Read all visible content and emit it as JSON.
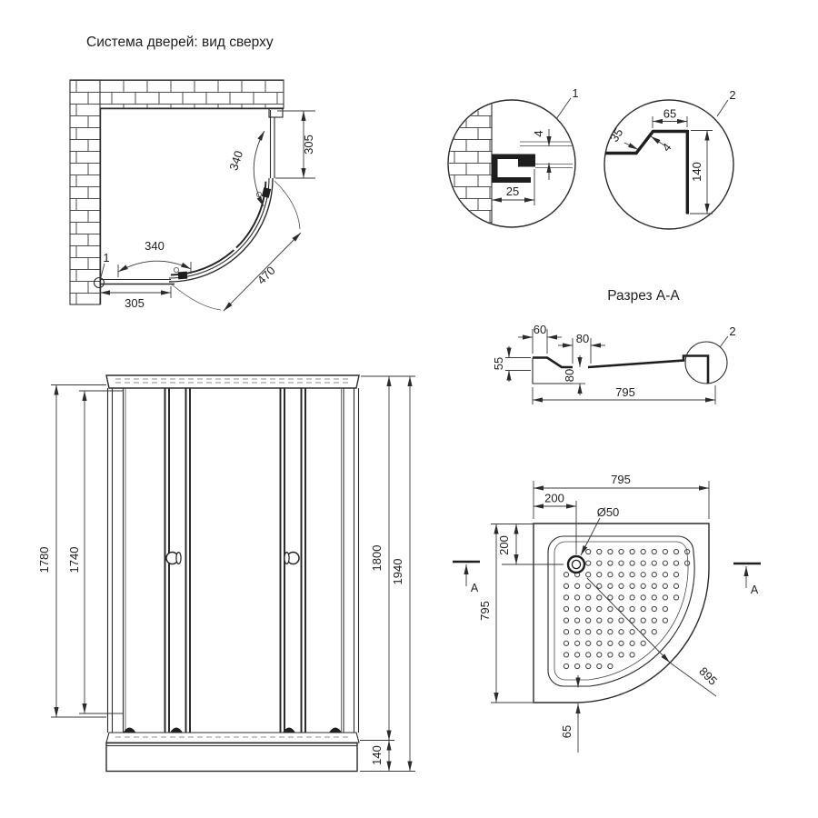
{
  "title": "Система дверей: вид сверху",
  "top_view": {
    "callout": "1",
    "dims": {
      "right_305": "305",
      "right_340": "340",
      "bottom_340": "340",
      "radius_470": "470",
      "bottom_305": "305"
    }
  },
  "detail1": {
    "label": "1",
    "dims": {
      "glass_4": "4",
      "depth_25": "25"
    }
  },
  "detail2": {
    "label": "2",
    "dims": {
      "top_65": "65",
      "lip_35": "35",
      "glass_4": "4",
      "height_140": "140"
    }
  },
  "section": {
    "title": "Разрез А-А",
    "callout": "2",
    "dims": {
      "d60": "60",
      "d80_top": "80",
      "d55": "55",
      "d80_mid": "80",
      "d795": "795"
    }
  },
  "front_view": {
    "dims": {
      "h1780": "1780",
      "h1740": "1740",
      "h1800": "1800",
      "h1940": "1940",
      "tray_140": "140"
    }
  },
  "tray_view": {
    "marker_a": "A",
    "dims": {
      "top_795": "795",
      "top_200": "200",
      "drain": "Ø50",
      "left_200": "200",
      "left_795": "795",
      "radius_895": "895",
      "bottom_65": "65"
    }
  }
}
